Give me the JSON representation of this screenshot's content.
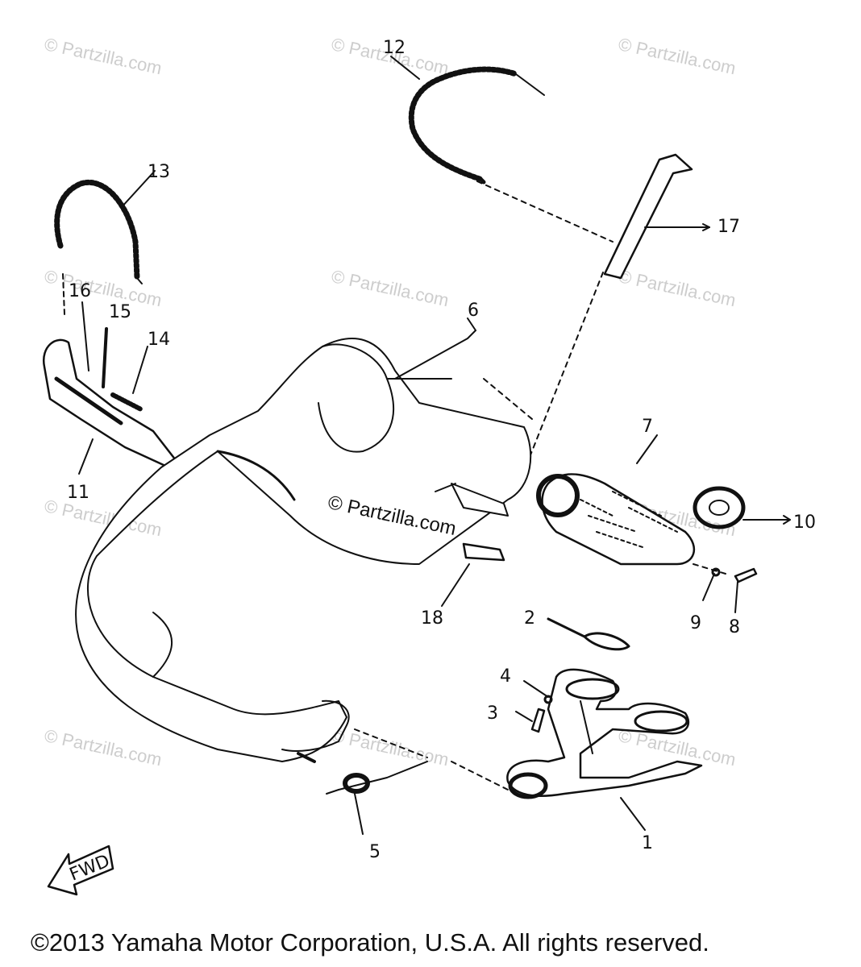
{
  "watermark": "© Partzilla.com",
  "center_watermark": "© Partzilla.com",
  "callouts": [
    "1",
    "2",
    "3",
    "4",
    "5",
    "6",
    "7",
    "8",
    "9",
    "10",
    "11",
    "12",
    "13",
    "14",
    "15",
    "16",
    "17",
    "18"
  ],
  "fwd_label": "FWD",
  "copyright": "©2013  Yamaha Motor Corporation, U.S.A. All rights reserved."
}
